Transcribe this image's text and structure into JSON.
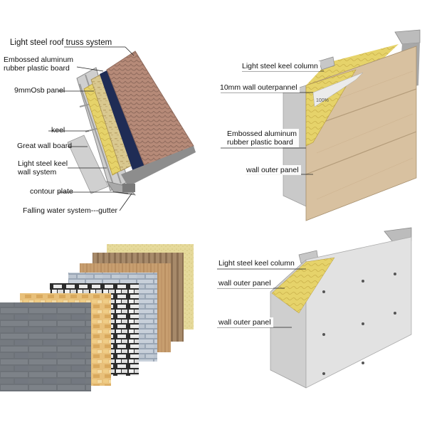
{
  "roof_diagram": {
    "labels": [
      "Light steel roof truss system",
      "Embossed aluminum\nrubber plastic board",
      "9mmOsb panel",
      "keel",
      "Great wall board",
      "Light steel keel\nwall system",
      "contour plate",
      "Falling water system---gutter"
    ]
  },
  "wall_diagram_a": {
    "labels": [
      "Light steel keel column",
      "10mm wall outerpannel",
      "Embossed aluminum\nrubber plastic board",
      "wall outer panel"
    ],
    "marking": "100%"
  },
  "wall_diagram_b": {
    "labels": [
      "Light steel keel column",
      "wall outer panel",
      "wall outer panel"
    ]
  },
  "colors": {
    "shingle": "#b68a78",
    "insulation": "#e6d36a",
    "osb": "#d9c88f",
    "wood_panel": "#d8c1a0",
    "cement_panel": "#e2e2e2",
    "steel": "#b9b9b9",
    "membrane": "#1f2c55"
  }
}
